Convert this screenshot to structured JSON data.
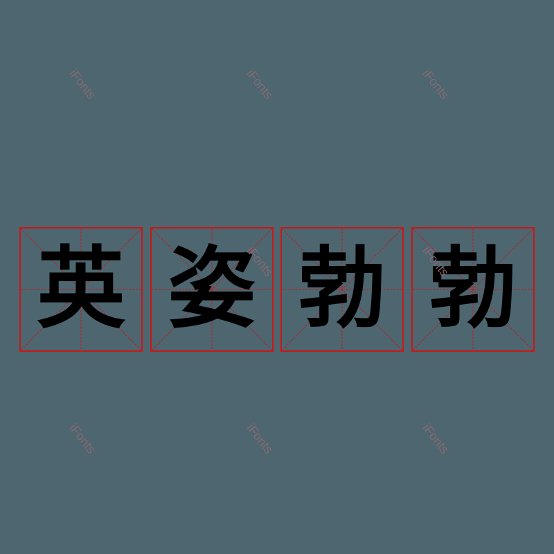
{
  "watermark": {
    "text": "iFonts"
  },
  "characters": [
    "英",
    "姿",
    "勃",
    "勃"
  ],
  "colors": {
    "background": "#4d6670",
    "grid": "#c81818",
    "glyph": "#000000"
  }
}
